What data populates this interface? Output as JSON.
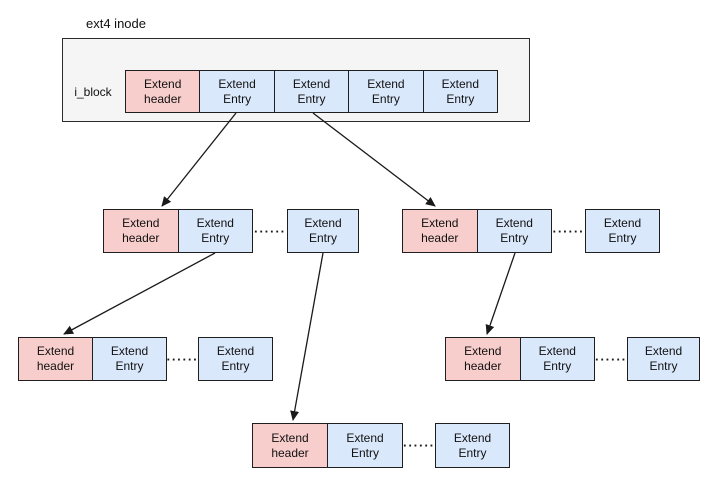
{
  "title": "ext4 inode",
  "inode_box": {
    "label": "i_block",
    "cells": [
      {
        "label": "Extend header",
        "kind": "header"
      },
      {
        "label": "Extend Entry",
        "kind": "entry"
      },
      {
        "label": "Extend Entry",
        "kind": "entry"
      },
      {
        "label": "Extend Entry",
        "kind": "entry"
      },
      {
        "label": "Extend Entry",
        "kind": "entry"
      }
    ]
  },
  "extent_blocks": [
    {
      "name": "index-block-left",
      "cells": [
        {
          "label": "Extend header",
          "kind": "header"
        },
        {
          "label": "Extend Entry",
          "kind": "entry"
        }
      ],
      "ellipsis": "······",
      "detached_cell": {
        "label": "Extend Entry",
        "kind": "entry"
      }
    },
    {
      "name": "index-block-right",
      "cells": [
        {
          "label": "Extend header",
          "kind": "header"
        },
        {
          "label": "Extend Entry",
          "kind": "entry"
        }
      ],
      "ellipsis": "······",
      "detached_cell": {
        "label": "Extend Entry",
        "kind": "entry"
      }
    },
    {
      "name": "leaf-block-left",
      "cells": [
        {
          "label": "Extend header",
          "kind": "header"
        },
        {
          "label": "Extend Entry",
          "kind": "entry"
        }
      ],
      "ellipsis": "······",
      "detached_cell": {
        "label": "Extend Entry",
        "kind": "entry"
      }
    },
    {
      "name": "leaf-block-right",
      "cells": [
        {
          "label": "Extend header",
          "kind": "header"
        },
        {
          "label": "Extend Entry",
          "kind": "entry"
        }
      ],
      "ellipsis": "······",
      "detached_cell": {
        "label": "Extend Entry",
        "kind": "entry"
      }
    },
    {
      "name": "leaf-block-bottom",
      "cells": [
        {
          "label": "Extend header",
          "kind": "header"
        },
        {
          "label": "Extend Entry",
          "kind": "entry"
        }
      ],
      "ellipsis": "······",
      "detached_cell": {
        "label": "Extend Entry",
        "kind": "entry"
      }
    }
  ],
  "colors": {
    "header_fill": "#f8cecc",
    "entry_fill": "#dae8fc",
    "inode_fill": "#f5f5f5",
    "stroke": "#1a1a1a",
    "background": "#ffffff"
  }
}
